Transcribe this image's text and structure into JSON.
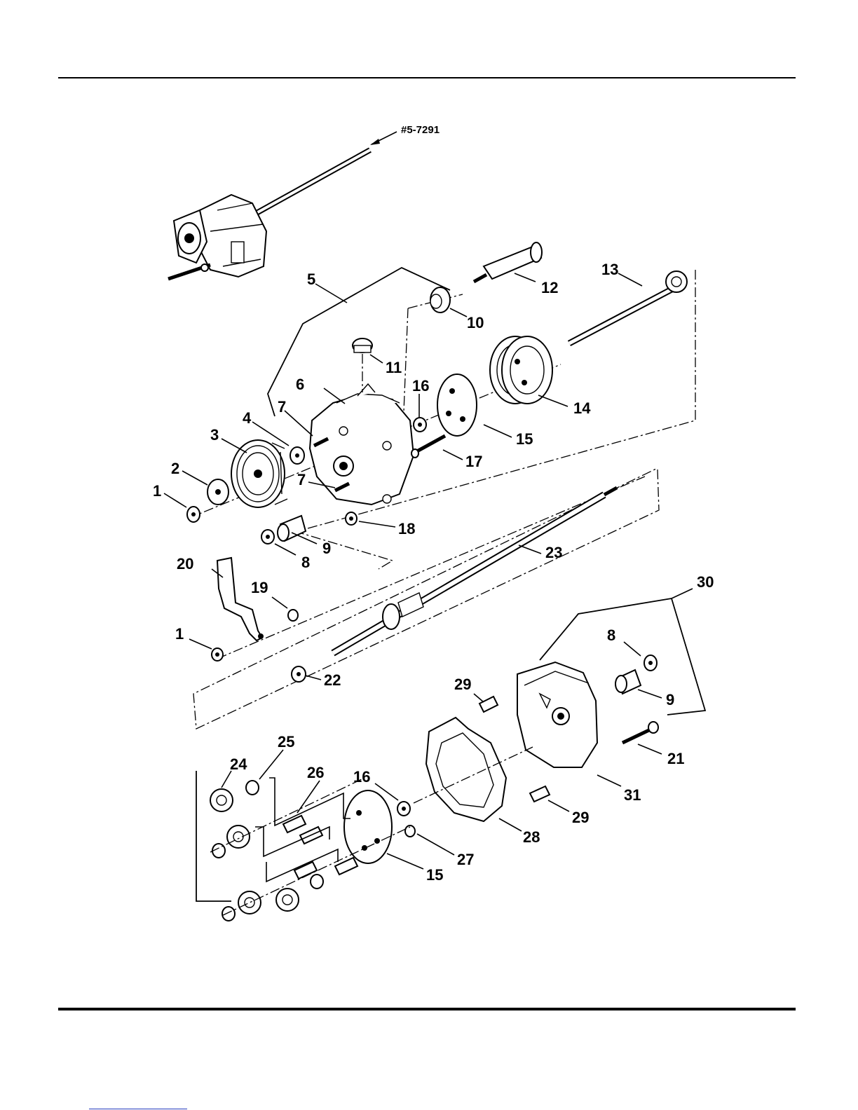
{
  "reference": {
    "label": "#5-7291"
  },
  "callouts": {
    "c1a": "1",
    "c1b": "1",
    "c2": "2",
    "c3": "3",
    "c4": "4",
    "c5": "5",
    "c6": "6",
    "c7a": "7",
    "c7b": "7",
    "c8a": "8",
    "c8b": "8",
    "c9a": "9",
    "c9b": "9",
    "c10": "10",
    "c11": "11",
    "c12": "12",
    "c13": "13",
    "c14": "14",
    "c15a": "15",
    "c15b": "15",
    "c16a": "16",
    "c16b": "16",
    "c17": "17",
    "c18": "18",
    "c19": "19",
    "c20": "20",
    "c21": "21",
    "c22": "22",
    "c23": "23",
    "c24": "24",
    "c25": "25",
    "c26": "26",
    "c27": "27",
    "c28": "28",
    "c29a": "29",
    "c29b": "29",
    "c30": "30",
    "c31": "31"
  }
}
